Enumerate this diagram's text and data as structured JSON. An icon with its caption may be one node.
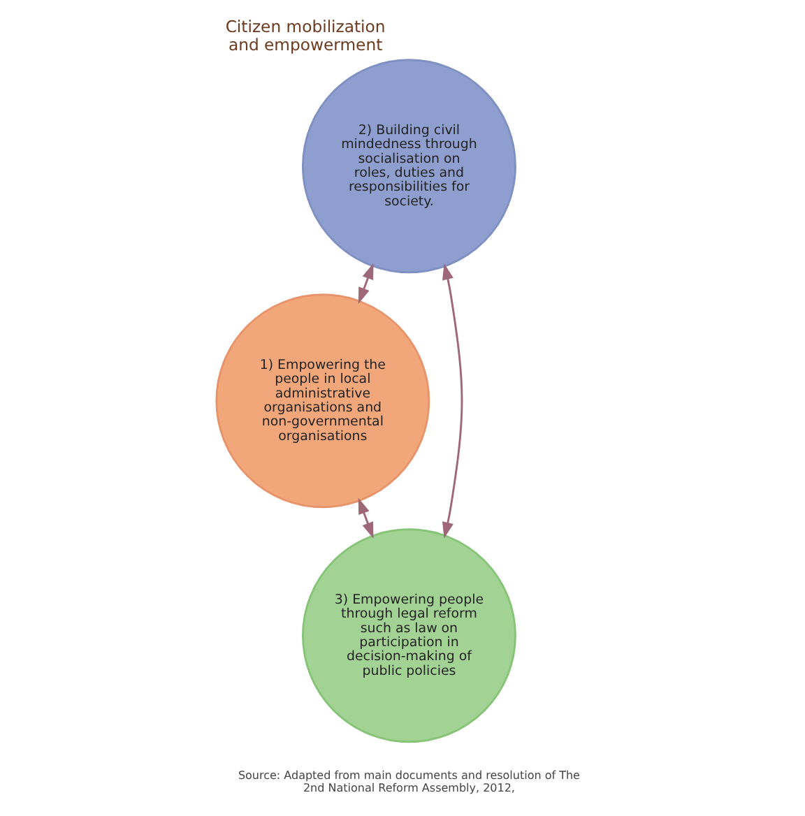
{
  "diagram": {
    "title": "Citizen mobilization and empowerment",
    "caption": "Source: Adapted from main documents and resolution of The 2nd National Reform Assembly, 2012,",
    "nodes": [
      {
        "text": [
          "1) Empowering the people in local administrative organisations and non-governmental organisations"
        ]
      },
      {
        "text": [
          "2) Building civil mindedness through socialisation on roles, duties and responsibilities for society."
        ]
      },
      {
        "text": [
          "3) Empowering people through legal reform such as law on participation in decision-making of public policies"
        ]
      }
    ],
    "edges": [
      {
        "from": 1,
        "to": 0,
        "arrow": "both"
      },
      {
        "from": 0,
        "to": 2,
        "arrow": "both"
      },
      {
        "from": 1,
        "to": 2,
        "arrow": "both"
      }
    ]
  }
}
